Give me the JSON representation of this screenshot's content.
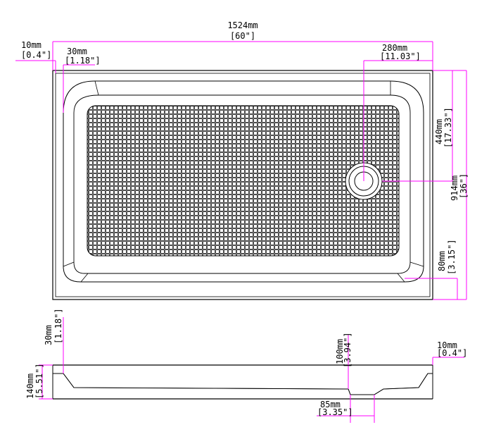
{
  "colors": {
    "dimension_line": "#ff00ff",
    "outline": "#000000",
    "background": "#ffffff"
  },
  "top_view": {
    "overall_length": {
      "metric": "1524mm",
      "imperial": "[60\"]"
    },
    "flange_width": {
      "metric": "10mm",
      "imperial": "[0.4\"]"
    },
    "rim_width": {
      "metric": "30mm",
      "imperial": "[1.18\"]"
    },
    "drain_offset": {
      "metric": "280mm",
      "imperial": "[11.03\"]"
    },
    "drain_center_height": {
      "metric": "440mm",
      "imperial": "[17.33\"]"
    },
    "overall_width": {
      "metric": "914mm",
      "imperial": "[36\"]"
    },
    "threshold_width": {
      "metric": "80mm",
      "imperial": "[3.15\"]"
    }
  },
  "side_view": {
    "rim_height": {
      "metric": "30mm",
      "imperial": "[1.18\"]"
    },
    "overall_height": {
      "metric": "140mm",
      "imperial": "[5.51\"]"
    },
    "drain_depth": {
      "metric": "100mm",
      "imperial": "[3.94\"]"
    },
    "flange_thickness": {
      "metric": "10mm",
      "imperial": "[0.4\"]"
    },
    "drain_width": {
      "metric": "85mm",
      "imperial": "[3.35\"]"
    }
  }
}
